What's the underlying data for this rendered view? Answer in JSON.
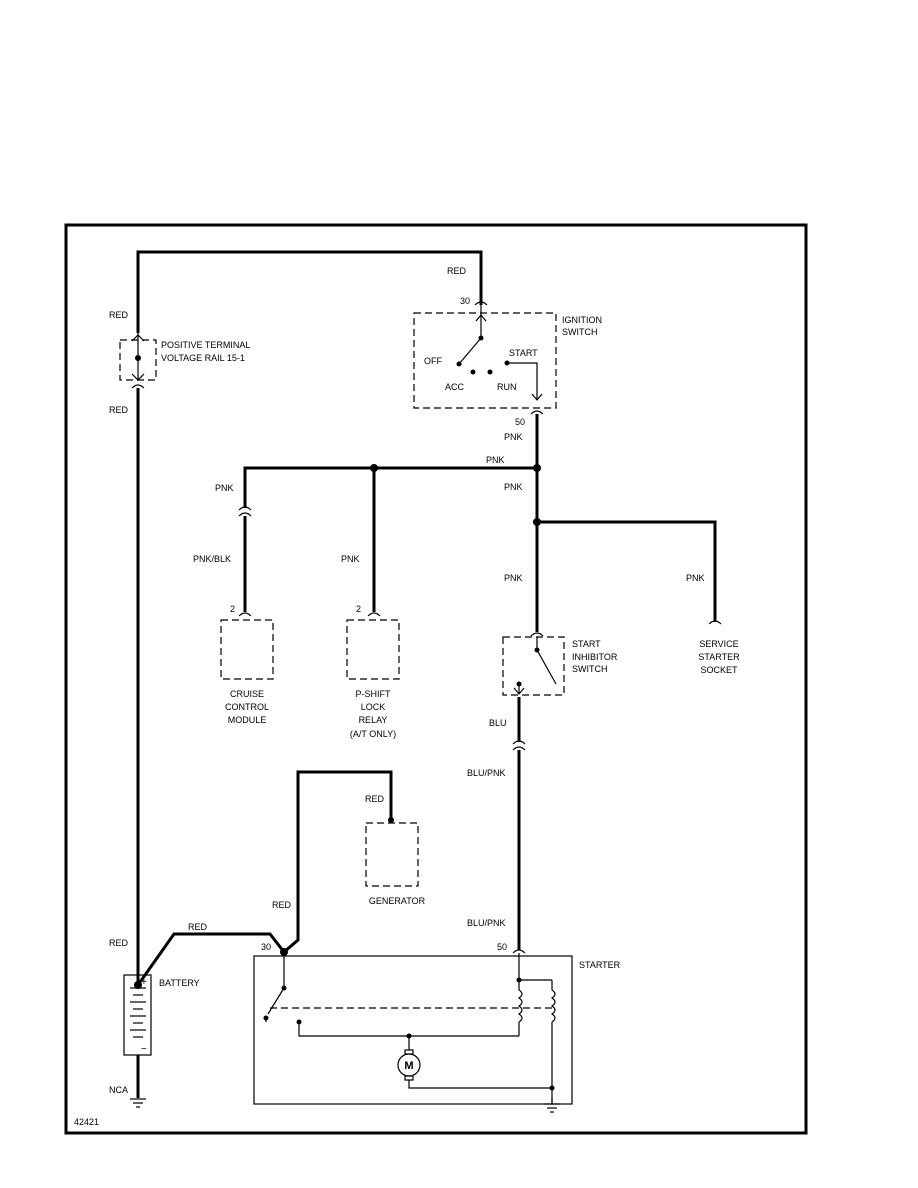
{
  "diagram_id": "42421",
  "wires": {
    "red_top": "RED",
    "red_fuse_in": "RED",
    "red_fuse_out": "RED",
    "red_battery": "RED",
    "red_battery_link": "RED",
    "red_starter_gen": "RED",
    "red_generator": "RED",
    "pnk_ign_out": "PNK",
    "pnk_bus": "PNK",
    "pnk_riser": "PNK",
    "pnk_cruise": "PNK",
    "pnkblk_cruise": "PNK/BLK",
    "pnk_pshift": "PNK",
    "pnk_inhibitor": "PNK",
    "pnk_service": "PNK",
    "blu": "BLU",
    "blupnk_upper": "BLU/PNK",
    "blupnk_lower": "BLU/PNK",
    "nca": "NCA"
  },
  "terminals": {
    "ign_30": "30",
    "ign_50": "50",
    "cruise_2": "2",
    "pshift_2": "2",
    "starter_30": "30",
    "starter_50": "50"
  },
  "components": {
    "fuse_line1": "POSITIVE TERMINAL",
    "fuse_line2": "VOLTAGE RAIL 15-1",
    "ign_line1": "IGNITION",
    "ign_line2": "SWITCH",
    "ign_off": "OFF",
    "ign_acc": "ACC",
    "ign_run": "RUN",
    "ign_start": "START",
    "cruise_line1": "CRUISE",
    "cruise_line2": "CONTROL",
    "cruise_line3": "MODULE",
    "pshift_line1": "P-SHIFT",
    "pshift_line2": "LOCK",
    "pshift_line3": "RELAY",
    "pshift_line4": "(A/T ONLY)",
    "inhib_line1": "START",
    "inhib_line2": "INHIBITOR",
    "inhib_line3": "SWITCH",
    "service_line1": "SERVICE",
    "service_line2": "STARTER",
    "service_line3": "SOCKET",
    "generator": "GENERATOR",
    "battery": "BATTERY",
    "starter": "STARTER",
    "motor": "M",
    "plus": "+",
    "minus": "−"
  }
}
